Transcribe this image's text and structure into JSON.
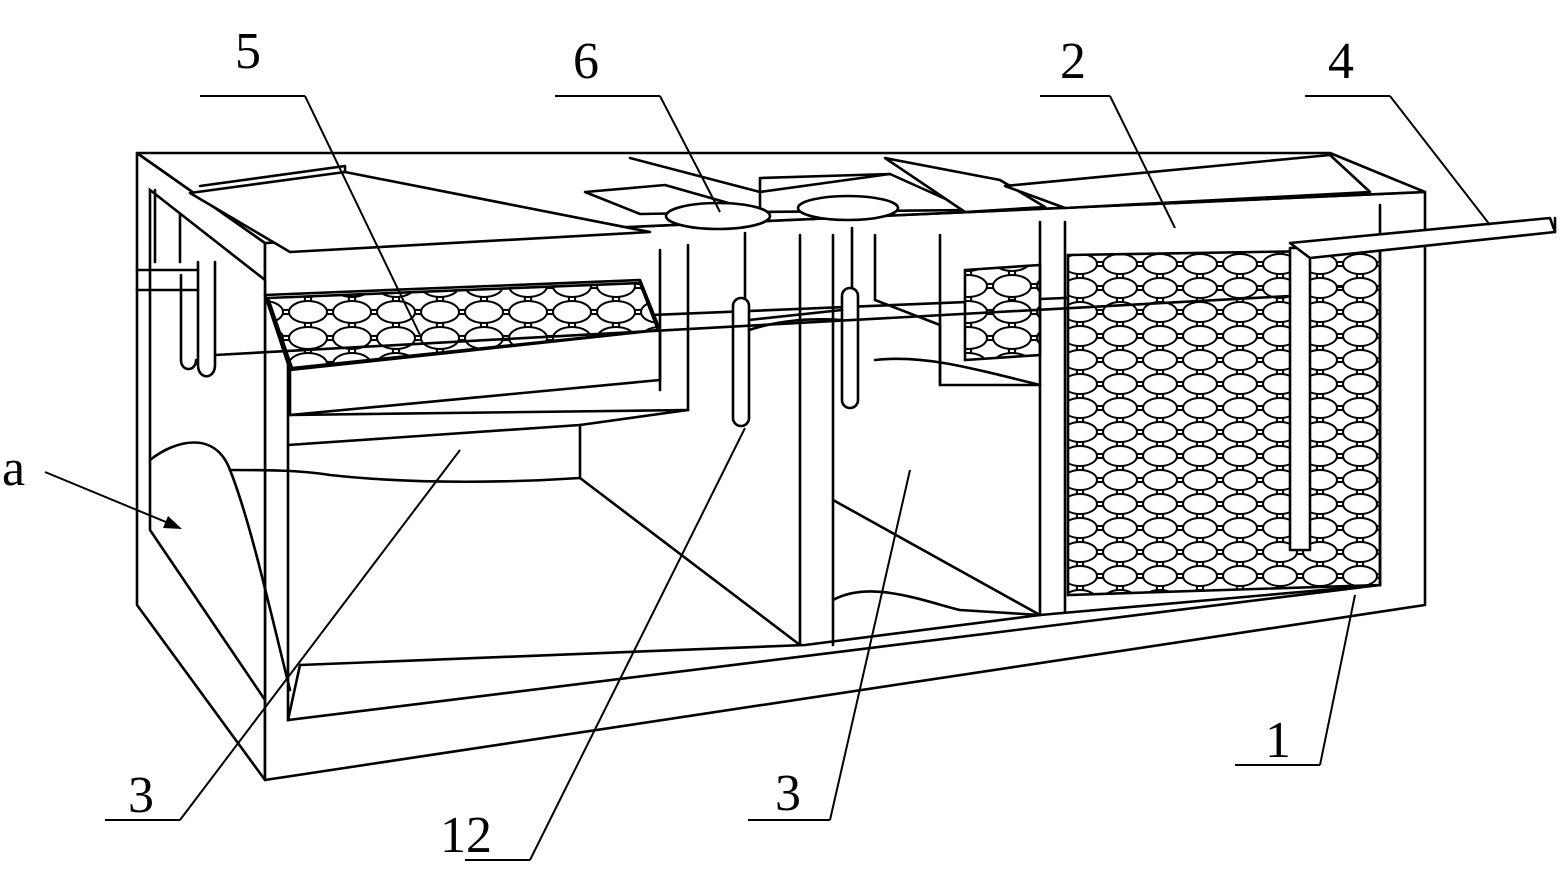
{
  "labels": {
    "l5": "5",
    "l6": "6",
    "l2": "2",
    "l4": "4",
    "la": "a",
    "l3a": "3",
    "l12": "12",
    "l3b": "3",
    "l1": "1"
  },
  "media": {
    "packing_circle_count": "dense",
    "stroke_color": "#000000",
    "background": "#ffffff"
  }
}
